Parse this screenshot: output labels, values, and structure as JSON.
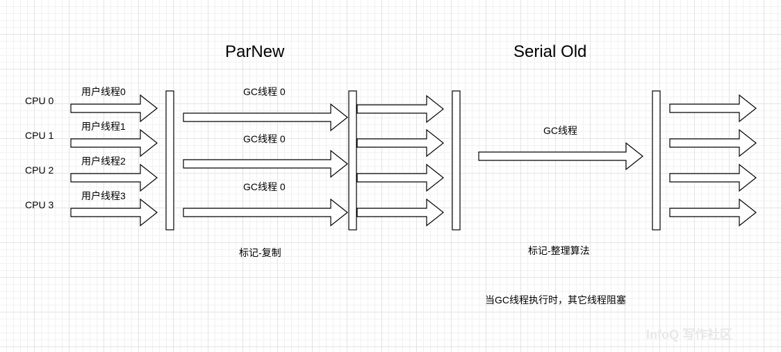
{
  "titles": {
    "parnew": "ParNew",
    "serial_old": "Serial Old"
  },
  "cpus": [
    "CPU 0",
    "CPU 1",
    "CPU 2",
    "CPU 3"
  ],
  "user_threads": [
    "用户线程0",
    "用户线程1",
    "用户线程2",
    "用户线程3"
  ],
  "gc_threads_parnew": [
    "GC线程 0",
    "GC线程 0",
    "GC线程 0"
  ],
  "gc_thread_serial": "GC线程",
  "captions": {
    "parnew_algorithm": "标记-复制",
    "serial_algorithm": "标记-整理算法",
    "note": "当GC线程执行时，其它线程阻塞"
  },
  "watermark": "InfoQ 写作社区",
  "colors": {
    "stroke": "#000000",
    "fill": "#ffffff"
  }
}
